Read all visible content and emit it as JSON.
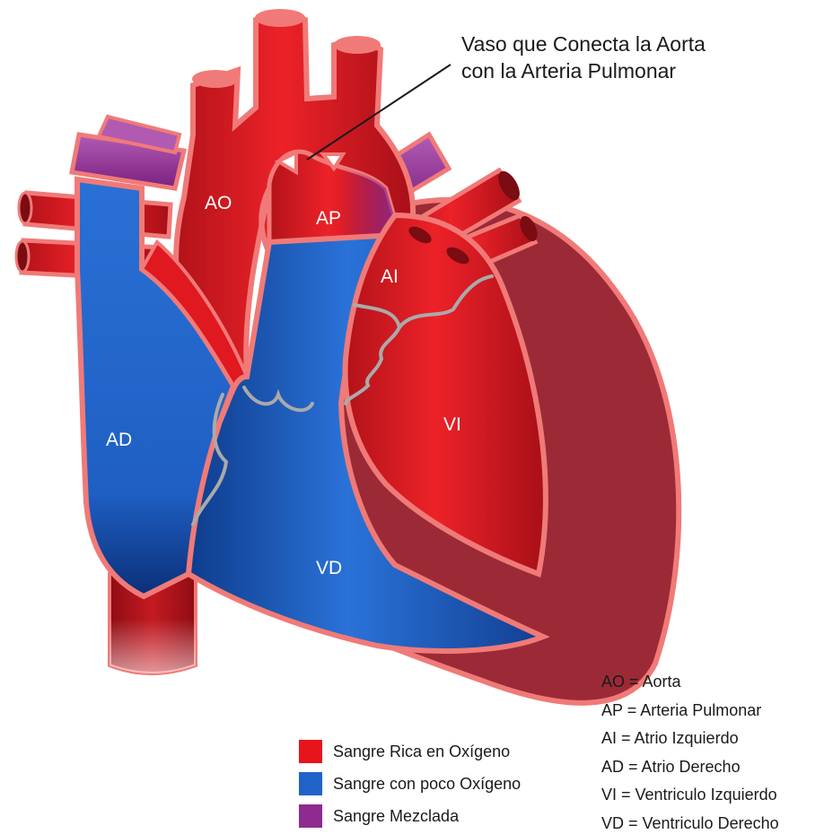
{
  "callout": {
    "line1": "Vaso que Conecta la Aorta",
    "line2": "con la Arteria Pulmonar"
  },
  "labels": {
    "ao": "AO",
    "ap": "AP",
    "ai": "AI",
    "ad": "AD",
    "vi": "VI",
    "vd": "VD"
  },
  "legend": [
    {
      "label": "Sangre Rica en Oxígeno",
      "color": "#e8141c"
    },
    {
      "label": "Sangre con poco Oxígeno",
      "color": "#1f63c9"
    },
    {
      "label": "Sangre Mezclada",
      "color": "#8e2a90"
    }
  ],
  "abbreviations": [
    "AO = Aorta",
    "AP = Arteria Pulmonar",
    "AI = Atrio Izquierdo",
    "AD = Atrio Derecho",
    "VI = Ventriculo Izquierdo",
    "VD = Ventriculo Derecho"
  ],
  "colors": {
    "outline": "#f07a78",
    "muscle": "#9b2a36",
    "red_blood": "#e01820",
    "blue_blood": "#1f63c9",
    "purple_blood": "#9a3a9c",
    "valve": "#aaaaaa"
  }
}
